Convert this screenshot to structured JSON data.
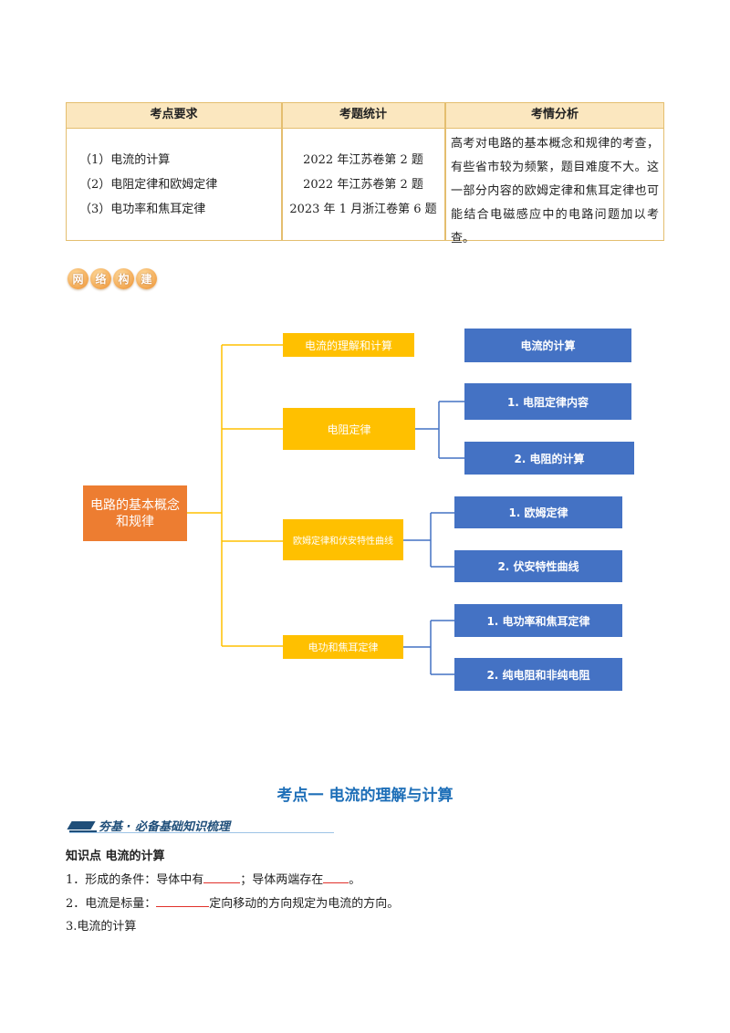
{
  "table": {
    "headers": [
      "考点要求",
      "考题统计",
      "考情分析"
    ],
    "requirements": [
      "（1）电流的计算",
      "（2）电阻定律和欧姆定律",
      "（3）电功率和焦耳定律"
    ],
    "statistics": [
      "2022 年江苏卷第 2 题",
      "2022 年江苏卷第 2 题",
      "2023 年 1 月浙江卷第 6 题"
    ],
    "analysis": "高考对电路的基本概念和规律的考查，有些省市较为频繁，题目难度不大。这一部分内容的欧姆定律和焦耳定律也可能结合电磁感应中的电路问题加以考查。"
  },
  "badge": [
    "网",
    "络",
    "构",
    "建"
  ],
  "mindmap": {
    "root": "电路的基本概念和规律",
    "branches": [
      {
        "label": "电流的理解和计算",
        "children": [
          "电流的计算"
        ]
      },
      {
        "label": "电阻定律",
        "children": [
          "1. 电阻定律内容",
          "2. 电阻的计算"
        ]
      },
      {
        "label": "欧姆定律和伏安特性曲线",
        "children": [
          "1. 欧姆定律",
          "2. 伏安特性曲线"
        ]
      },
      {
        "label": "电功和焦耳定律",
        "children": [
          "1.  电功率和焦耳定律",
          "2.  纯电阻和非纯电阻"
        ]
      }
    ],
    "colors": {
      "root": "#ed7d31",
      "branch": "#ffc000",
      "leaf": "#4472c4"
    }
  },
  "section": {
    "title": "考点一  电流的理解与计算",
    "banner": "夯基 · 必备基础知识梳理",
    "knowledge_point": "知识点  电流的计算",
    "line1": {
      "a": "1．形成的条件：导体中有",
      "b": "；导体两端存在",
      "c": "。"
    },
    "line2": {
      "a": "2．电流是标量：",
      "b": "定向移动的方向规定为电流的方向。"
    },
    "line3": "3.电流的计算"
  }
}
